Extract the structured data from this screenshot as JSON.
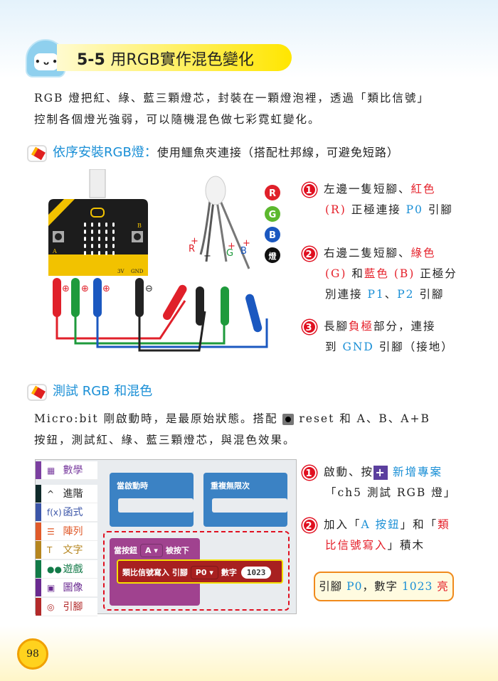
{
  "header": {
    "section": "5-5",
    "title": "用RGB實作混色變化",
    "robot_face": "• ᴗ •"
  },
  "intro": [
    "RGB 燈把紅、綠、藍三顆燈芯，封裝在一顆燈泡裡，透過「類比信號」",
    "控制各個燈光強弱，可以隨機混色做七彩霓虹變化。"
  ],
  "section1": {
    "heading": "依序安裝RGB燈：",
    "desc": "使用鱷魚夾連接（搭配杜邦線，可避免短路）"
  },
  "diagram": {
    "legend": [
      "R",
      "G",
      "B",
      "燈"
    ],
    "pin_labels": [
      "+",
      "R",
      "−",
      "+",
      "G",
      "+",
      "B"
    ],
    "board_labels": [
      "A",
      "B",
      "3V",
      "GND"
    ],
    "polarity": [
      "⊕",
      "⊕",
      "⊕",
      "⊖"
    ],
    "colors": {
      "red": "#e0202a",
      "green": "#1e9a3c",
      "blue": "#1b58c0",
      "black": "#222222",
      "board": "#1c1c1c",
      "gold": "#f2c200"
    }
  },
  "steps1": [
    {
      "n": "1",
      "parts": [
        [
          "左邊一隻短腳、",
          ""
        ],
        [
          "紅色",
          "red"
        ]
      ],
      "line2": [
        [
          "(R)",
          "red"
        ],
        [
          " 正極連接 ",
          ""
        ],
        [
          "P0",
          "blue"
        ],
        [
          " 引腳",
          ""
        ]
      ]
    },
    {
      "n": "2",
      "parts": [
        [
          "右邊二隻短腳、",
          ""
        ],
        [
          "綠色",
          "red"
        ]
      ],
      "line2": [
        [
          "(G)",
          "red"
        ],
        [
          " 和",
          ""
        ],
        [
          "藍色",
          "red"
        ],
        [
          " (B)",
          "red"
        ],
        [
          " 正極分",
          ""
        ]
      ],
      "line3": [
        [
          "別連接 ",
          ""
        ],
        [
          "P1",
          "blue"
        ],
        [
          "、",
          ""
        ],
        [
          "P2",
          "blue"
        ],
        [
          " 引腳",
          ""
        ]
      ]
    },
    {
      "n": "3",
      "parts": [
        [
          "長腳",
          ""
        ],
        [
          "負極",
          "red"
        ],
        [
          "部分，連接",
          ""
        ]
      ],
      "line2": [
        [
          "到 ",
          ""
        ],
        [
          "GND",
          "blue"
        ],
        [
          " 引腳（接地）",
          ""
        ]
      ]
    }
  ],
  "section2": {
    "heading": "測試 RGB 和混色",
    "line1a": "Micro:bit 剛啟動時，是最原始狀態。搭配",
    "line1b": "reset 和 A、B、A+B",
    "line2": "按鈕，測試紅、綠、藍三顆燈芯，與混色效果。"
  },
  "editor": {
    "categories": [
      {
        "label": "數學",
        "icon": "▦",
        "color": "#7b3fa0"
      },
      {
        "label": "進階",
        "icon": "^",
        "color": "#0f2a2a"
      },
      {
        "label": "函式",
        "icon": "f(x)",
        "color": "#3b55a8"
      },
      {
        "label": "陣列",
        "icon": "☰",
        "color": "#e05a2a"
      },
      {
        "label": "文字",
        "icon": "T",
        "color": "#b5851e"
      },
      {
        "label": "遊戲",
        "icon": "●●",
        "color": "#127a48"
      },
      {
        "label": "圖像",
        "icon": "▣",
        "color": "#6a2a90"
      },
      {
        "label": "引腳",
        "icon": "◎",
        "color": "#b32a2a"
      }
    ],
    "on_start": "當啟動時",
    "forever": "重複無限次",
    "button_block": "當按鈕",
    "button_value": "A",
    "pressed": "被按下",
    "analog_block": "類比信號寫入 引腳",
    "pin_value": "P0",
    "number_label": "數字",
    "number_value": "1023"
  },
  "steps2": [
    {
      "n": "1",
      "a": "啟動、按",
      "b": "新增專案",
      "c": "「ch5 測試 RGB 燈」"
    },
    {
      "n": "2",
      "a": "加入「",
      "b": "A 按鈕",
      "c": "」和「",
      "d": "類",
      "e": "比信號寫入",
      "f": "」積木"
    }
  ],
  "note": {
    "a": "引腳 ",
    "b": "P0",
    "c": "，數字 ",
    "d": "1023",
    "e": " 亮"
  },
  "page_number": "98"
}
